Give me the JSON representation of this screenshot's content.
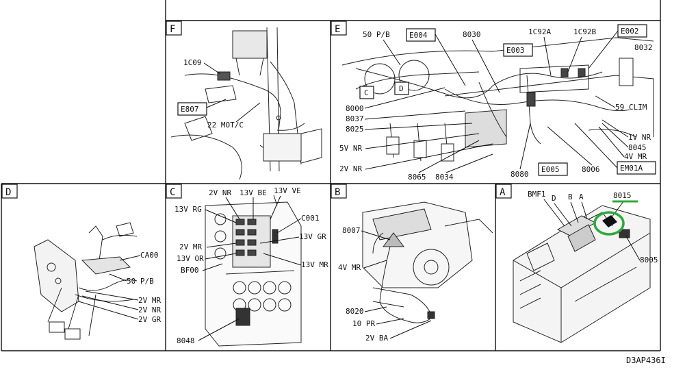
{
  "reference": "D3AP436I",
  "highlight_color": "#2eaa3a",
  "panels": {
    "F": {
      "letter": "F",
      "labels": [
        "1C09",
        "22 MOT/C"
      ],
      "boxes": [
        "E807"
      ]
    },
    "E": {
      "letter": "E",
      "labels": [
        "50 P/B",
        "8030",
        "1C92A",
        "1C92B",
        "8032",
        "8000",
        "8037",
        "8025",
        "5V NR",
        "2V NR",
        "8065",
        "8034",
        "8080",
        "8006",
        "59 CLIM",
        "1V NR",
        "8045",
        "4V MR"
      ],
      "boxes": [
        "E004",
        "E003",
        "E002",
        "C",
        "D",
        "E005",
        "EM01A"
      ]
    },
    "D": {
      "letter": "D",
      "labels": [
        "CA00",
        "50 P/B",
        "2V MR",
        "2V NR",
        "2V GR"
      ]
    },
    "C": {
      "letter": "C",
      "labels": [
        "2V NR",
        "13V BE",
        "13V VE",
        "13V RG",
        "C001",
        "13V GR",
        "2V MR",
        "13V OR",
        "BF00",
        "13V MR",
        "8048"
      ]
    },
    "B": {
      "letter": "B",
      "labels": [
        "8007",
        "4V MR",
        "8020",
        "10 PR",
        "2V BA"
      ]
    },
    "A": {
      "letter": "A",
      "labels": [
        "BMF1",
        "D",
        "B",
        "A",
        "8015",
        "8005"
      ]
    }
  }
}
